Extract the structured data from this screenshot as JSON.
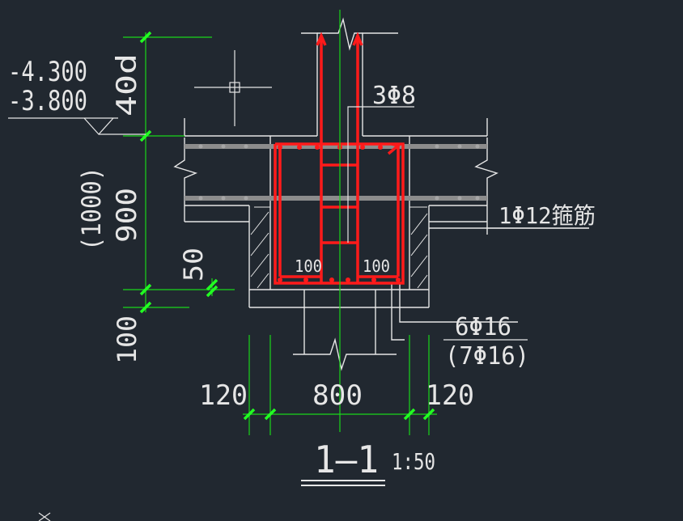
{
  "colors": {
    "background": "#212830",
    "line": "#e6e6e6",
    "dimension": "#19d619",
    "rebar": "#ff1a1a",
    "tick": "#22ff22",
    "rebar_dot": "#9a9a9a"
  },
  "elevations": {
    "top": "-4.300",
    "bottom": "-3.800"
  },
  "anchor_length": "40d",
  "vertical_dims": {
    "height_alt": "(1000)",
    "height": "900",
    "cover": "50",
    "base": "100"
  },
  "horizontal_dims": {
    "left": "120",
    "middle": "800",
    "right": "120"
  },
  "inner_spacing": {
    "left": "100",
    "right": "100"
  },
  "rebar_labels": {
    "stirrup": "3Φ8",
    "beam_stirrup": "1Φ12箍筋",
    "bottom_main": "6Φ16",
    "bottom_main_alt": "(7Φ16)"
  },
  "section": {
    "label": "1—1",
    "scale": "1:50"
  },
  "icons": {
    "crosshair": "cad-crosshair-cursor-icon",
    "ucs": "ucs-axis-icon"
  }
}
